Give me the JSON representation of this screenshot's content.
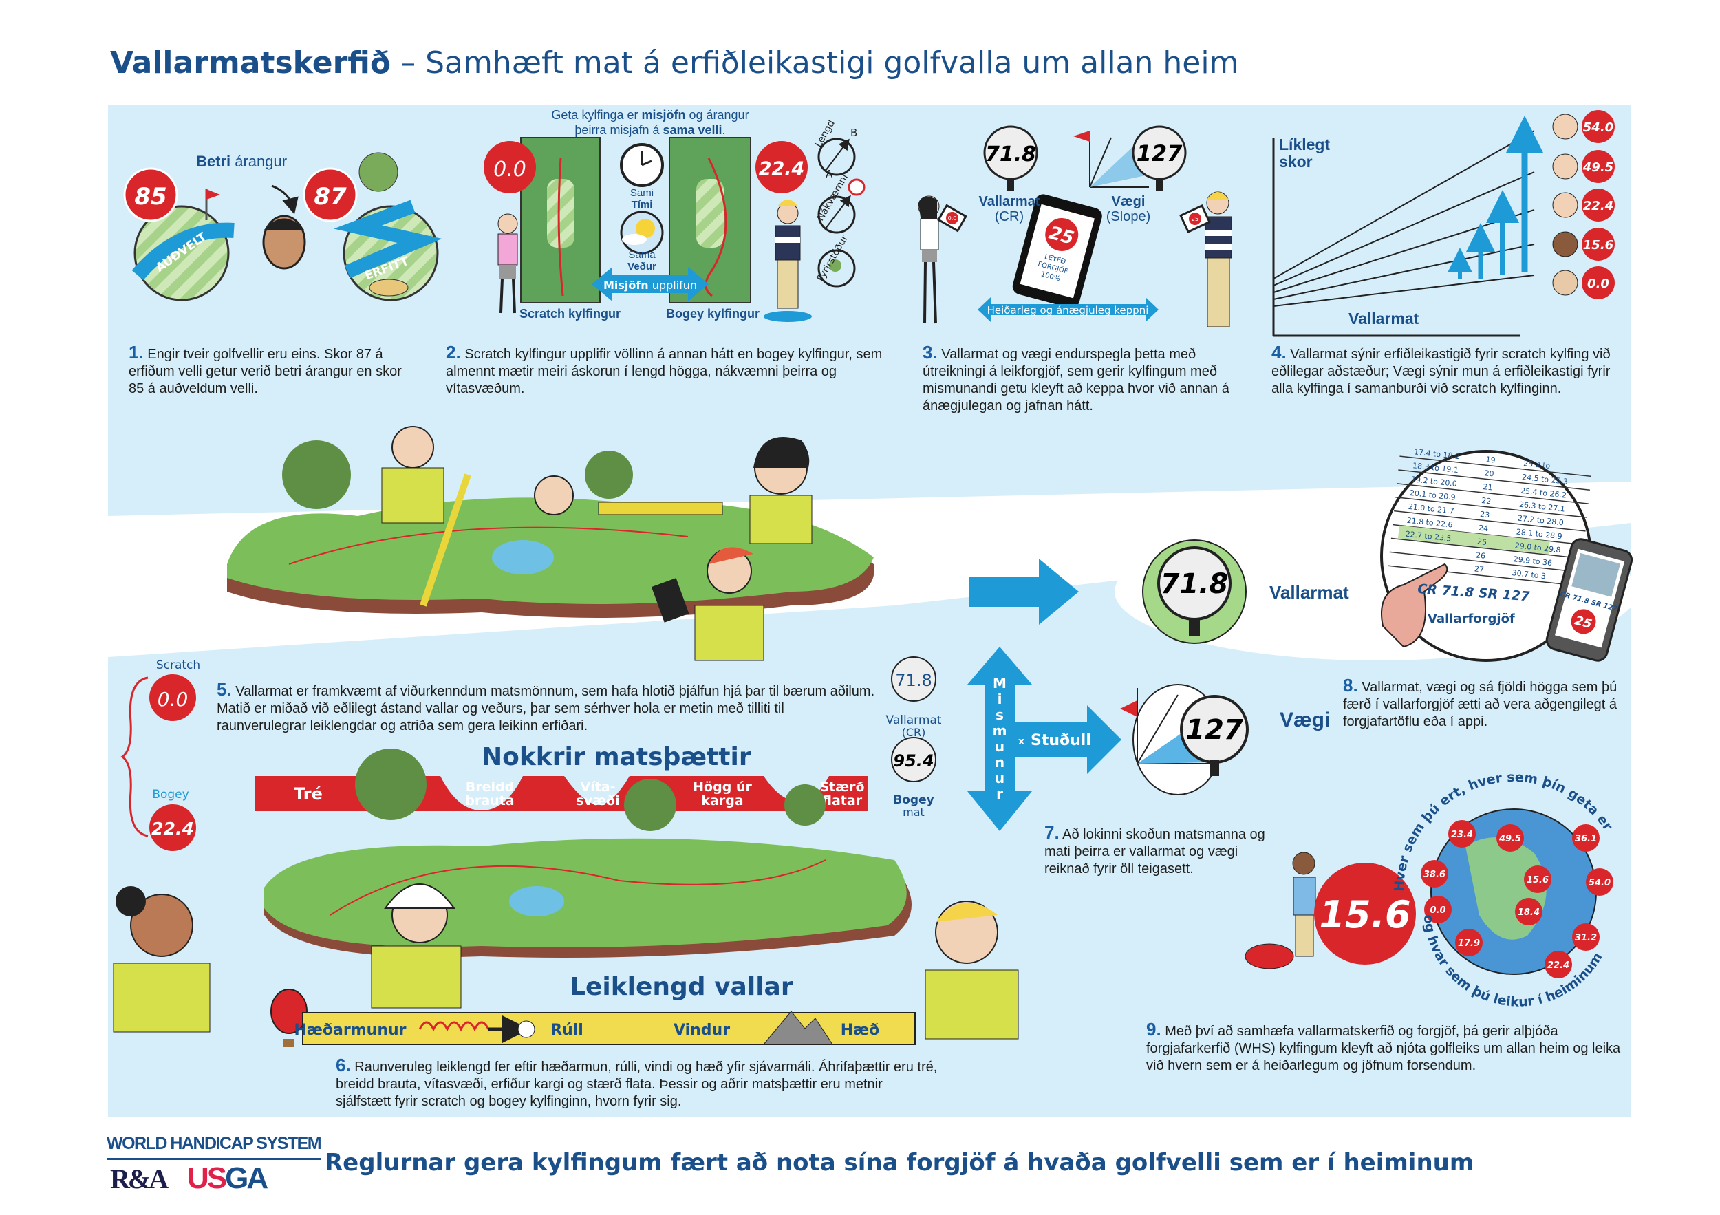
{
  "title": {
    "bold": "Vallarmatskerfið",
    "rest": " – Samhæft mat á erfiðleikastigi golfvalla um allan heim"
  },
  "colors": {
    "brand_blue": "#1a4f8a",
    "panel_blue": "#d6eefa",
    "accent_blue": "#1e9ad6",
    "index_red": "#d9262b",
    "grass_green": "#6aa84f"
  },
  "panel1": {
    "better_bold": "Betri",
    "better_rest": " árangur",
    "score_easy": "85",
    "score_hard": "87",
    "easy_label": "AUÐVELT",
    "hard_label": "ERFITT",
    "num": "1.",
    "text": "Engir tveir golfvellir eru eins. Skor 87 á erfiðum velli getur verið betri árangur en skor 85 á auðveldum velli."
  },
  "panel2": {
    "header_a": "Geta kylfinga er ",
    "header_b": "misjöfn",
    "header_c": " og árangur",
    "header_d": "þeirra misjafn á ",
    "header_e": "sama velli",
    "header_f": ".",
    "scratch_index": "0.0",
    "bogey_index": "22.4",
    "same_time_a": "Sami",
    "same_time_b": "Tími",
    "same_weather_a": "Sama",
    "same_weather_b": "Veður",
    "arrow_bold": "Misjöfn",
    "arrow_rest": " upplifun",
    "scratch_label": "Scratch kylfingur",
    "bogey_label": "Bogey kylfingur",
    "factors": [
      "Lengd",
      "Nákvæmni",
      "Fyrirstöður"
    ],
    "point_a": "A",
    "point_b": "B",
    "num": "2.",
    "text": "Scratch kylfingur upplifir völlinn á annan hátt en bogey kylfingur, sem almennt mætir meiri áskorun í lengd högga, nákvæmni þeirra og vítasvæðum."
  },
  "panel3": {
    "course_rating": "71.8",
    "course_rating_label": "Vallarmat",
    "course_rating_abbr": "(CR)",
    "slope": "127",
    "slope_label": "Vægi",
    "slope_abbr": "(Slope)",
    "tablet_value": "25",
    "tablet_l1": "LEYFÐ",
    "tablet_l2": "FORGJÖF",
    "tablet_l3": "100%",
    "left_tablet": "0.0",
    "right_tablet": "25",
    "arrow_label": "Heiðarleg og ánægjuleg keppni",
    "num": "3.",
    "text": "Vallarmat og vægi endurspegla þetta með útreikningi á leikforgjöf, sem gerir kylfingum með mismunandi getu kleyft að keppa hvor við annan á ánægjulegan og jafnan hátt."
  },
  "panel4": {
    "y_label_a": "Líklegt",
    "y_label_b": "skor",
    "x_label": "Vallarmat",
    "indexes": [
      "54.0",
      "49.5",
      "22.4",
      "15.6",
      "0.0"
    ],
    "num": "4.",
    "text": "Vallarmat sýnir erfiðleikastigið fyrir scratch kylfing við eðlilegar aðstæður; Vægi sýnir mun á erfiðleikastigi fyrir alla kylfinga í samanburði við scratch kylfinginn."
  },
  "middle": {
    "course_rating": "71.8",
    "course_rating_label": "Vallarmat",
    "table_rows": [
      [
        "17.4 to 18.2",
        "19",
        "25.2 to"
      ],
      [
        "18.3 to 19.1",
        "20",
        "24.5 to 25.3"
      ],
      [
        "19.2 to 20.0",
        "21",
        "25.4 to 26.2"
      ],
      [
        "20.1 to 20.9",
        "22",
        "26.3 to 27.1"
      ],
      [
        "21.0 to 21.7",
        "23",
        "27.2 to 28.0"
      ],
      [
        "21.8 to 22.6",
        "24",
        "28.1 to 28.9"
      ],
      [
        "22.7 to 23.5",
        "25",
        "29.0 to 29.8"
      ],
      [
        "",
        "26",
        "29.9 to 36"
      ],
      [
        "",
        "27",
        "30.7 to 3"
      ]
    ],
    "table_caption": "CR 71.8 SR 127",
    "table_title": "Vallarforgjöf",
    "phone_caption": "CR 71.8 SR 127",
    "phone_value": "25"
  },
  "panel5": {
    "scratch_label": "Scratch",
    "scratch_index": "0.0",
    "bogey_label": "Bogey",
    "bogey_index": "22.4",
    "num": "5.",
    "text": "Vallarmat er framkvæmt af viðurkenndum matsmönnum, sem hafa hlotið þjálfun hjá þar til bærum aðilum. Matið er miðað við eðlilegt ástand vallar og veðurs, þar sem sérhver hola er metin með tilliti til raunverulegrar leiklengdar og atriða sem gera leikinn erfiðari."
  },
  "factors": {
    "heading": "Nokkrir matsþættir",
    "items": [
      {
        "a": "Tré",
        "b": ""
      },
      {
        "a": "Breidd",
        "b": "brauta"
      },
      {
        "a": "Víta-",
        "b": "svæði"
      },
      {
        "a": "Högg úr",
        "b": "karga"
      },
      {
        "a": "Stærð",
        "b": "flatar"
      }
    ]
  },
  "length": {
    "heading": "Leiklengd vallar",
    "ruler": [
      "Hæðarmunur",
      "Rúll",
      "Vindur",
      "Hæð"
    ]
  },
  "panel6": {
    "num": "6.",
    "text": "Raunveruleg leiklengd fer eftir hæðarmun, rúlli, vindi og hæð yfir sjávarmáli. Áhrifaþættir eru tré, breidd brauta, vítasvæði, erfiður kargi og stærð flata. Þessir og aðrir matsþættir eru metnir sjálfstætt fyrir scratch og bogey kylfinginn, hvorn fyrir sig."
  },
  "panel7": {
    "cr_value": "71.8",
    "cr_label": "Vallarmat",
    "cr_abbr": "(CR)",
    "bogey_value": "95.4",
    "bogey_label": "Bogey",
    "bogey_label2": "mat",
    "difference": "Mismunur",
    "factor_x": "x",
    "factor": "Stuðull",
    "slope": "127",
    "slope_label": "Vægi",
    "num": "7.",
    "text": "Að lokinni skoðun matsmanna og mati þeirra er vallarmat og vægi reiknað fyrir öll teigasett."
  },
  "panel8": {
    "num": "8.",
    "text": "Vallarmat, vægi og sá fjöldi högga sem þú færð í vallarforgjöf ætti að vera aðgengilegt á forgjafartöflu eða í appi."
  },
  "panel9": {
    "big_index": "15.6",
    "arc_top": "Hver sem þú ert, hver sem þín geta er",
    "arc_bottom": "og hvar sem þú leikur í heiminum",
    "globe_indexes": [
      "23.4",
      "49.5",
      "36.1",
      "38.6",
      "15.6",
      "54.0",
      "0.0",
      "18.4",
      "17.9",
      "31.2",
      "22.4"
    ],
    "num": "9.",
    "text": "Með því að samhæfa vallarmatskerfið og forgjöf, þá gerir alþjóða forgjafarkerfið (WHS) kylfingum kleyft að njóta golfleiks um allan heim og leika við hvern sem er á heiðarlegum og jöfnum forsendum."
  },
  "footer": {
    "whs": "WORLD HANDICAP SYSTEM",
    "ra": "R&A",
    "usga_us": "US",
    "usga_ga": "GA",
    "tagline": "Reglurnar gera kylfingum fært að nota sína forgjöf á hvaða golfvelli sem er í heiminum"
  }
}
